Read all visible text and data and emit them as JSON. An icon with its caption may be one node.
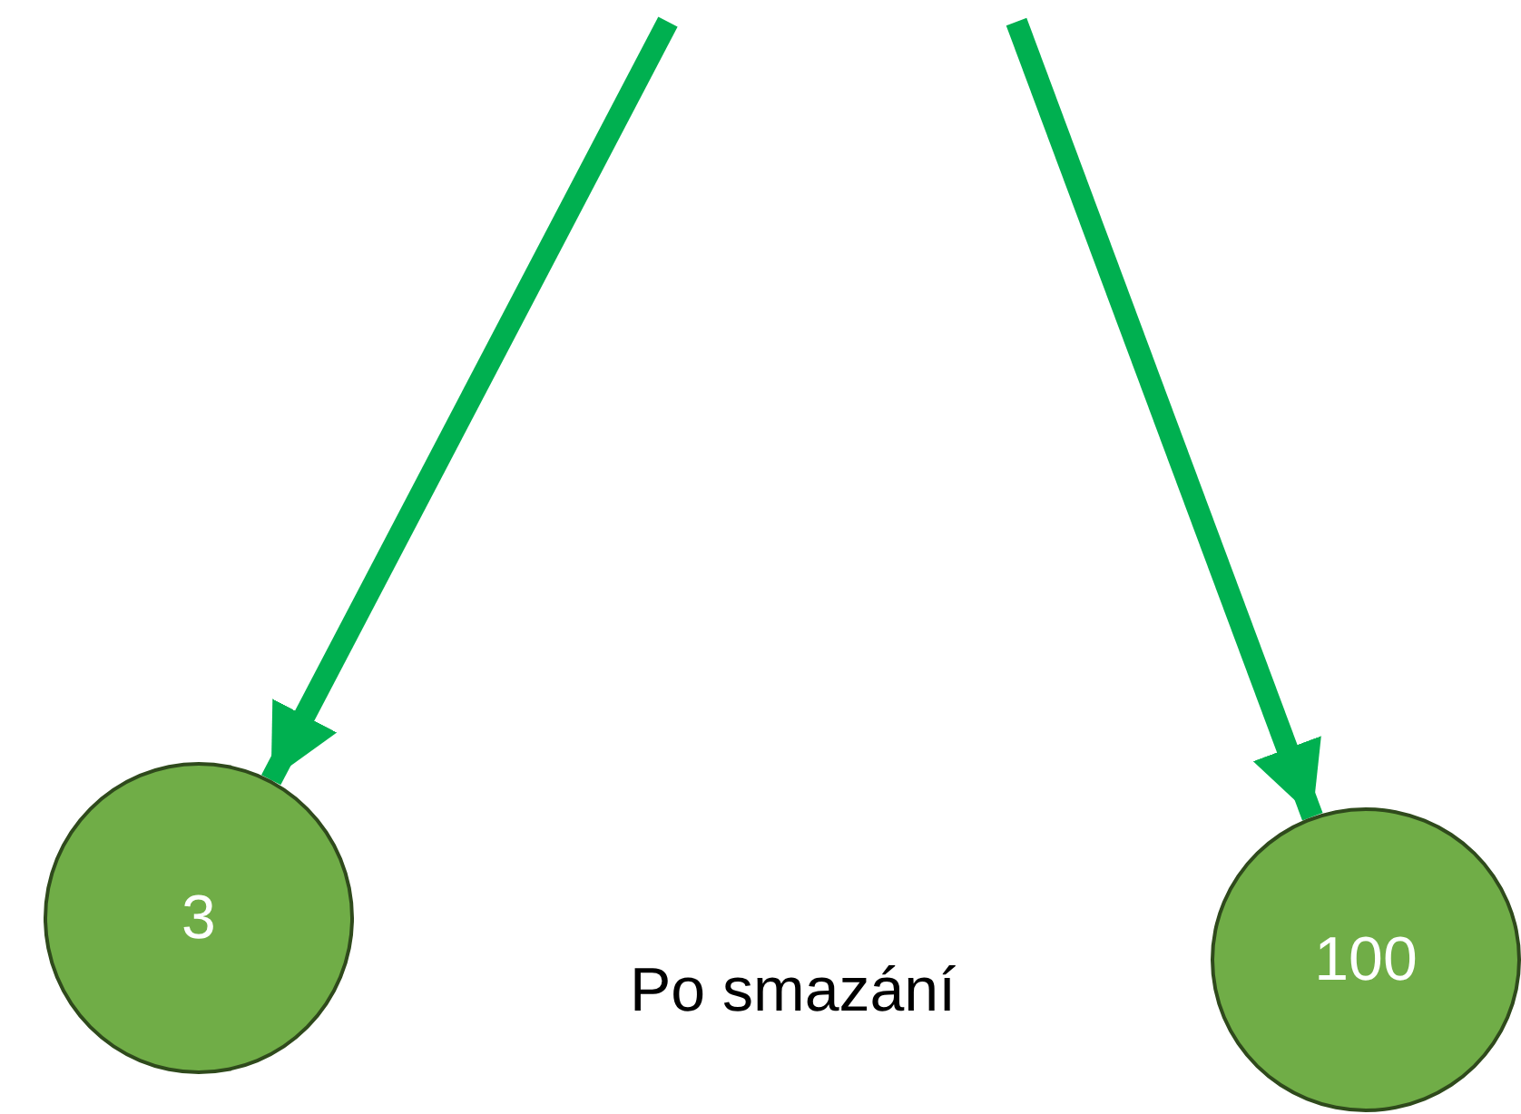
{
  "diagram": {
    "nodes": [
      {
        "text": [
          "3"
        ]
      },
      {
        "text": [
          "100"
        ]
      }
    ],
    "edges": [
      {
        "from": null,
        "to": 0,
        "arrow": "to"
      },
      {
        "from": null,
        "to": 1,
        "arrow": "to"
      }
    ],
    "labels": [
      "Po smazání"
    ]
  }
}
